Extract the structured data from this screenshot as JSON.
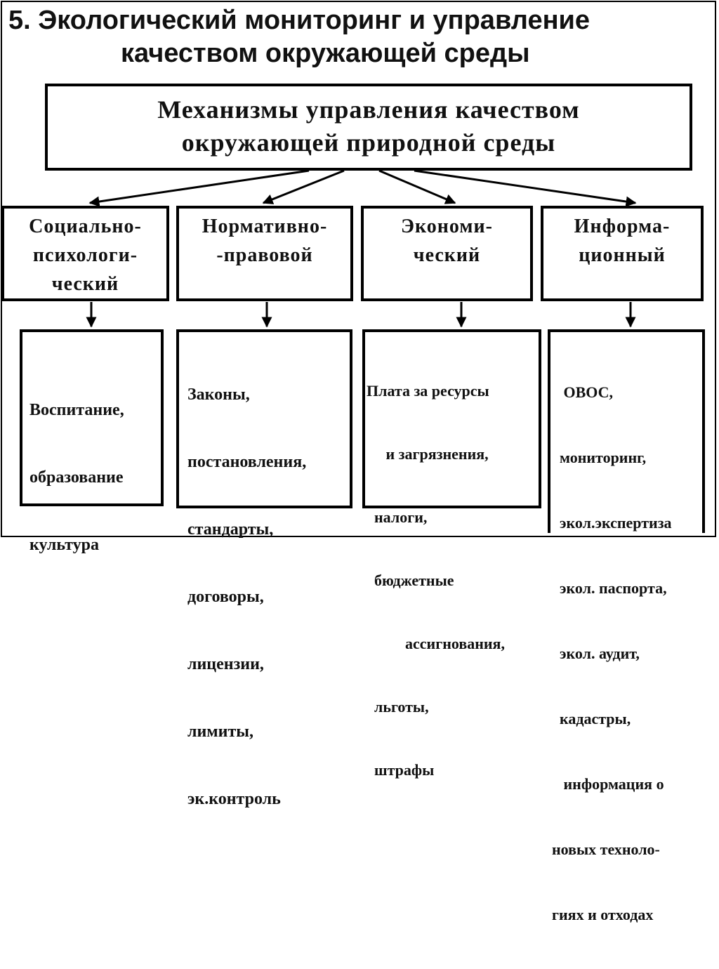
{
  "title": {
    "line1": "5. Экологический мониторинг и управление",
    "line2": "качеством окружающей среды"
  },
  "main_box": {
    "line1": "Механизмы управления качеством",
    "line2": "окружающей природной среды"
  },
  "categories": [
    {
      "lines": [
        "Социально-",
        "психологи-",
        "ческий"
      ]
    },
    {
      "lines": [
        "Нормативно-",
        "-правовой"
      ]
    },
    {
      "lines": [
        "Экономи-",
        "ческий"
      ]
    },
    {
      "lines": [
        "Информа-",
        "ционный"
      ]
    }
  ],
  "details": [
    {
      "lines": [
        "Воспитание,",
        "образование",
        "культура"
      ]
    },
    {
      "lines": [
        "Законы,",
        "постановления,",
        "стандарты,",
        "договоры,",
        "лицензии,",
        "лимиты,",
        "эк.контроль"
      ]
    },
    {
      "lines": [
        "Плата за ресурсы",
        "     и загрязнения,",
        "  налоги,",
        "  бюджетные",
        "          ассигнования,",
        "  льготы,",
        "  штрафы"
      ]
    },
    {
      "lines": [
        "   ОВОС,",
        "  мониторинг,",
        "  экол.экспертиза",
        "  экол. паспорта,",
        "  экол. аудит,",
        "  кадастры,",
        "   информация о",
        "новых техноло-",
        "гиях и отходах"
      ]
    }
  ]
}
